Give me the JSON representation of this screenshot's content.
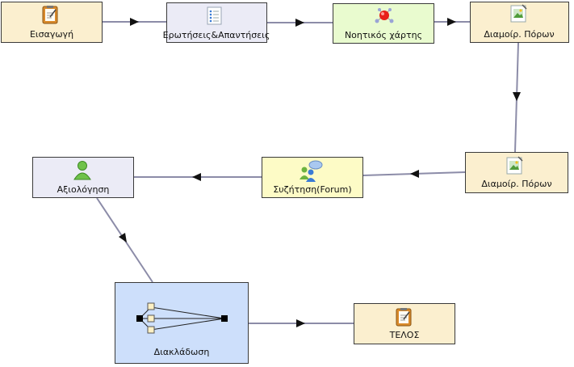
{
  "diagram": {
    "nodes": [
      {
        "id": "intro",
        "label": "Εισαγωγή",
        "icon": "notepad-icon",
        "fill": "#fbefcf"
      },
      {
        "id": "qa",
        "label": "Ερωτήσεις&Απαντήσεις",
        "icon": "checklist-icon",
        "fill": "#ebebf6"
      },
      {
        "id": "mindmap",
        "label": "Νοητικός χάρτης",
        "icon": "molecule-icon",
        "fill": "#e9fbcf"
      },
      {
        "id": "share1",
        "label": "Διαμοίρ. Πόρων",
        "icon": "image-document-icon",
        "fill": "#fbefcf"
      },
      {
        "id": "share2",
        "label": "Διαμοίρ. Πόρων",
        "icon": "image-document-icon",
        "fill": "#fbefcf"
      },
      {
        "id": "forum",
        "label": "Συζήτηση(Forum)",
        "icon": "chat-users-icon",
        "fill": "#fdfbc6"
      },
      {
        "id": "eval",
        "label": "Αξιολόγηση",
        "icon": "user-icon",
        "fill": "#ebebf6"
      },
      {
        "id": "branch",
        "label": "Διακλάδωση",
        "icon": "branch-icon",
        "fill": "#cddffb"
      },
      {
        "id": "end",
        "label": "ΤΕΛΟΣ",
        "icon": "notepad-icon",
        "fill": "#fbefcf"
      }
    ],
    "edges": [
      {
        "from": "intro",
        "to": "qa"
      },
      {
        "from": "qa",
        "to": "mindmap"
      },
      {
        "from": "mindmap",
        "to": "share1"
      },
      {
        "from": "share1",
        "to": "share2"
      },
      {
        "from": "share2",
        "to": "forum"
      },
      {
        "from": "forum",
        "to": "eval"
      },
      {
        "from": "eval",
        "to": "branch"
      },
      {
        "from": "branch",
        "to": "end"
      }
    ],
    "colors": {
      "edge": "#8c8ca8",
      "arrow": "#111111",
      "border": "#3a3a3a"
    }
  }
}
